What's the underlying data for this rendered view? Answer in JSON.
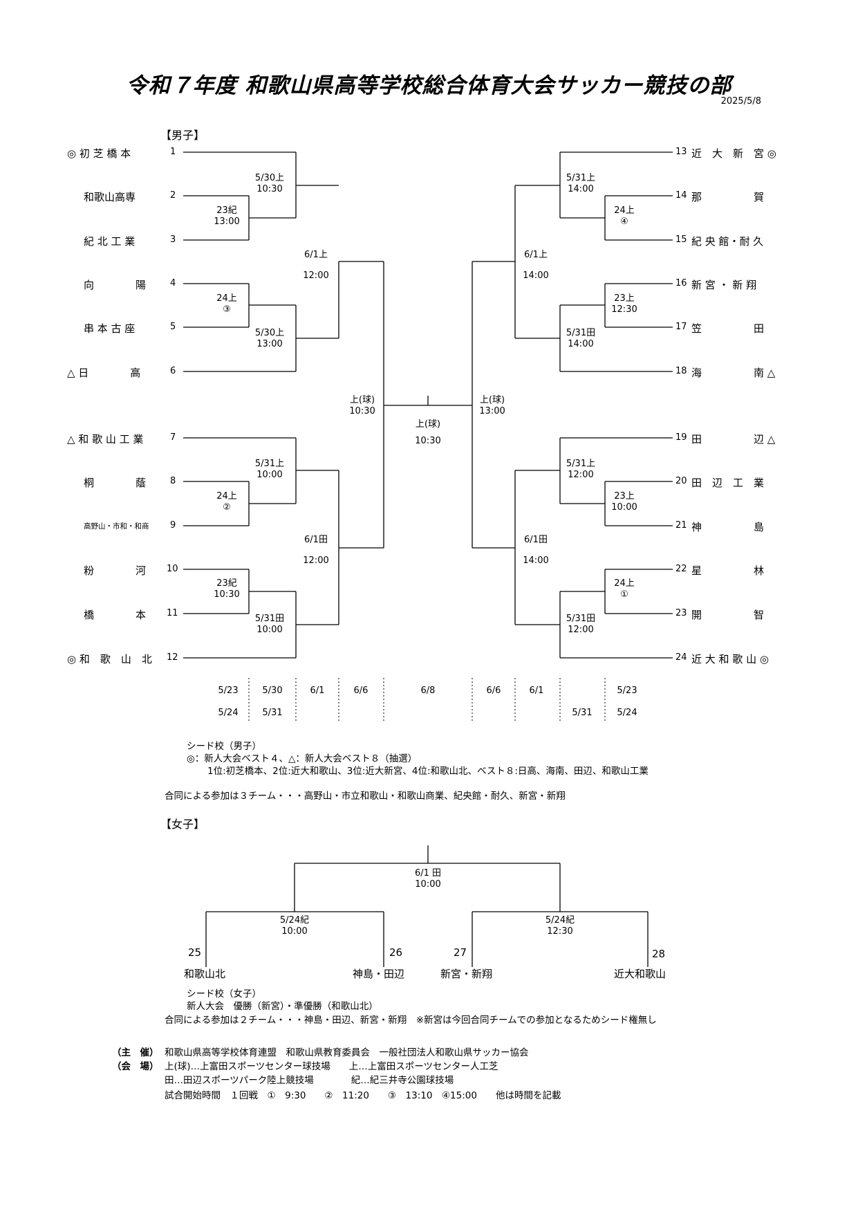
{
  "title": "令和７年度 和歌山県高等学校総合体育大会サッカー競技の部",
  "date": "2025/5/8",
  "boys": {
    "label": "【男子】",
    "left": [
      {
        "num": "1",
        "name": "◎ 初 芝 橋 本",
        "mark": ""
      },
      {
        "num": "2",
        "name": "和歌山高専",
        "mark": ""
      },
      {
        "num": "3",
        "name": "紀 北 工 業",
        "mark": ""
      },
      {
        "num": "4",
        "name": "向　　　　陽",
        "mark": ""
      },
      {
        "num": "5",
        "name": "串 本 古 座",
        "mark": ""
      },
      {
        "num": "6",
        "name": "△ 日　　　　高",
        "mark": ""
      },
      {
        "num": "7",
        "name": "△ 和 歌 山 工 業",
        "mark": ""
      },
      {
        "num": "8",
        "name": "桐　　　　蔭",
        "mark": ""
      },
      {
        "num": "9",
        "name": "高野山・市和・和商",
        "mark": ""
      },
      {
        "num": "10",
        "name": "粉　　　　河",
        "mark": ""
      },
      {
        "num": "11",
        "name": "橋　　　　本",
        "mark": ""
      },
      {
        "num": "12",
        "name": "◎ 和　歌　山　北",
        "mark": ""
      }
    ],
    "right": [
      {
        "num": "13",
        "name": "近　大　新　宮 ◎"
      },
      {
        "num": "14",
        "name": "那　　　　　賀"
      },
      {
        "num": "15",
        "name": "紀 央 館・耐 久"
      },
      {
        "num": "16",
        "name": "新 宮 ・ 新 翔"
      },
      {
        "num": "17",
        "name": "笠　　　　　田"
      },
      {
        "num": "18",
        "name": "海　　　　　南 △"
      },
      {
        "num": "19",
        "name": "田　　　　　辺 △"
      },
      {
        "num": "20",
        "name": "田　辺　工　業"
      },
      {
        "num": "21",
        "name": "神　　　　　島"
      },
      {
        "num": "22",
        "name": "星　　　　　林"
      },
      {
        "num": "23",
        "name": "開　　　　　智"
      },
      {
        "num": "24",
        "name": "近 大 和 歌 山 ◎"
      }
    ],
    "matches": {
      "m1": [
        "5/30上",
        "10:30"
      ],
      "m2": [
        "23紀",
        "13:00"
      ],
      "m3": [
        "24上",
        "③"
      ],
      "m4": [
        "5/30上",
        "13:00"
      ],
      "m5": [
        "6/1上",
        "12:00"
      ],
      "m6": [
        "5/31上",
        "10:00"
      ],
      "m7": [
        "24上",
        "②"
      ],
      "m8": [
        "23紀",
        "10:30"
      ],
      "m9": [
        "5/31田",
        "10:00"
      ],
      "m10": [
        "6/1田",
        "12:00"
      ],
      "m11": [
        "上(球)",
        "10:30"
      ],
      "m12": [
        "上(球)",
        "10:30"
      ],
      "m13": [
        "上(球)",
        "13:00"
      ],
      "m14": [
        "5/31上",
        "14:00"
      ],
      "m15": [
        "24上",
        "④"
      ],
      "m16": [
        "23上",
        "12:30"
      ],
      "m17": [
        "5/31田",
        "14:00"
      ],
      "m18": [
        "6/1上",
        "14:00"
      ],
      "m19": [
        "5/31上",
        "12:00"
      ],
      "m20": [
        "23上",
        "10:00"
      ],
      "m21": [
        "24上",
        "①"
      ],
      "m22": [
        "5/31田",
        "12:00"
      ],
      "m23": [
        "6/1田",
        "14:00"
      ]
    },
    "rounds_top": [
      "5/23",
      "5/30",
      "6/1",
      "6/6",
      "6/8",
      "6/6",
      "6/1",
      "5/23"
    ],
    "rounds_bottom": [
      "5/24",
      "5/31",
      "5/31",
      "5/24"
    ]
  },
  "boys_notes": {
    "seed_title": "シード校（男子）",
    "seed_line1": "◎：新人大会ベスト４、△：新人大会ベスト８（抽選）",
    "seed_line2": "1位:初芝橋本、2位:近大和歌山、3位:近大新宮、4位:和歌山北、ベスト８:日高、海南、田辺、和歌山工業",
    "joint": "合同による参加は３チーム・・・高野山・市立和歌山・和歌山商業、紀央館・耐久、新宮・新翔"
  },
  "girls": {
    "label": "【女子】",
    "final": [
      "6/1 田",
      "10:00"
    ],
    "semi_left": [
      "5/24紀",
      "10:00"
    ],
    "semi_right": [
      "5/24紀",
      "12:30"
    ],
    "teams": [
      {
        "num": "25",
        "name": "和歌山北"
      },
      {
        "num": "26",
        "name": "神島・田辺"
      },
      {
        "num": "27",
        "name": "新宮・新翔"
      },
      {
        "num": "28",
        "name": "近大和歌山"
      }
    ],
    "seed_title": "シード校（女子）",
    "seed_line": "新人大会　優勝（新宮）・準優勝（和歌山北）",
    "joint": "合同による参加は２チーム・・・神島・田辺、新宮・新翔　※新宮は今回合同チームでの参加となるためシード権無し"
  },
  "footer": {
    "host_label": "（主　催）",
    "host": "和歌山県高等学校体育連盟　和歌山県教育委員会　一般社団法人和歌山県サッカー協会",
    "venue_label": "（会　場）",
    "venue1": "上(球)…上富田スポーツセンター球技場　　上…上富田スポーツセンター人工芝",
    "venue2": "田…田辺スポーツパーク陸上競技場　　　　紀…紀三井寺公園球技場",
    "times": "試合開始時間　１回戦　①　9:30　　②　11:20　　③　13:10　④15:00　　他は時間を記載"
  }
}
